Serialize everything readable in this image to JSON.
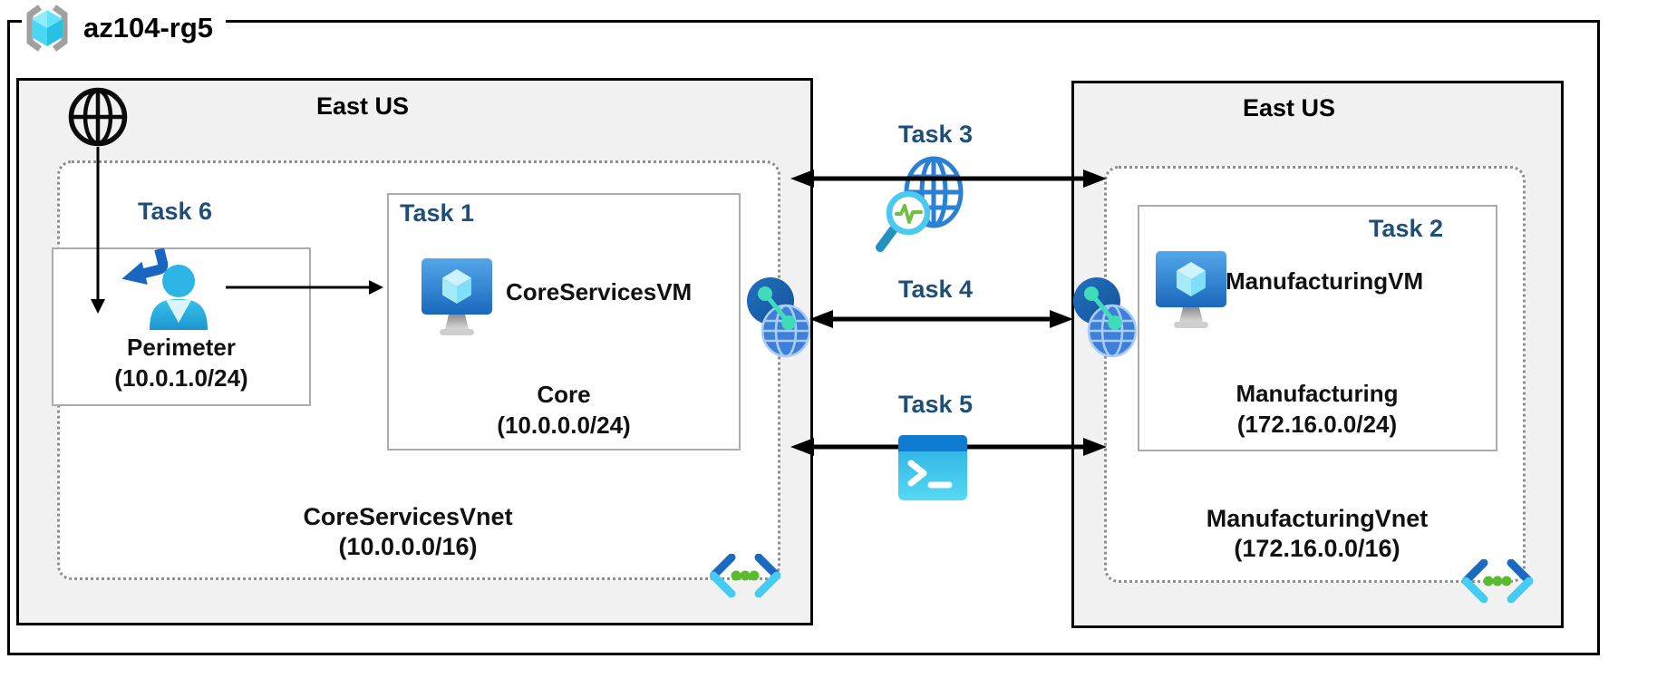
{
  "resource_group": {
    "label": "az104-rg5"
  },
  "left_region": {
    "location": "East US",
    "task6_label": "Task 6",
    "perimeter": {
      "name": "Perimeter",
      "cidr": "(10.0.1.0/24)"
    },
    "task1_label": "Task 1",
    "vm_name": "CoreServicesVM",
    "subnet": {
      "name": "Core",
      "cidr": "(10.0.0.0/24)"
    },
    "vnet": {
      "name": "CoreServicesVnet",
      "cidr": "(10.0.0.0/16)"
    }
  },
  "right_region": {
    "location": "East US",
    "task2_label": "Task 2",
    "vm_name": "ManufacturingVM",
    "subnet": {
      "name": "Manufacturing",
      "cidr": "(172.16.0.0/24)"
    },
    "vnet": {
      "name": "ManufacturingVnet",
      "cidr": "(172.16.0.0/16)"
    }
  },
  "connections": {
    "task3_label": "Task 3",
    "task4_label": "Task 4",
    "task5_label": "Task 5"
  },
  "icons": {
    "resource_group": "resource-group-brackets-cube",
    "internet": "black-wireframe-globe",
    "perimeter_user": "guest-user-with-return-arrow",
    "virtual_machine": "azure-vm-monitor-cube",
    "task3": "network-watcher-globe-magnifier",
    "task4": "vnet-peering-globes",
    "task5": "cloud-shell-terminal",
    "vnet": "angle-brackets-with-dots"
  },
  "colors": {
    "task_label": "#1F4E79",
    "region_fill": "#F1F1F1",
    "frame_border": "#000000",
    "box_border": "#ACACAC",
    "dotted_border": "#8E8E8E",
    "azure_blue": "#1A68BE",
    "cyan": "#45CCF5",
    "teal": "#3FDCB9",
    "green_dot": "#5BBB2E"
  }
}
